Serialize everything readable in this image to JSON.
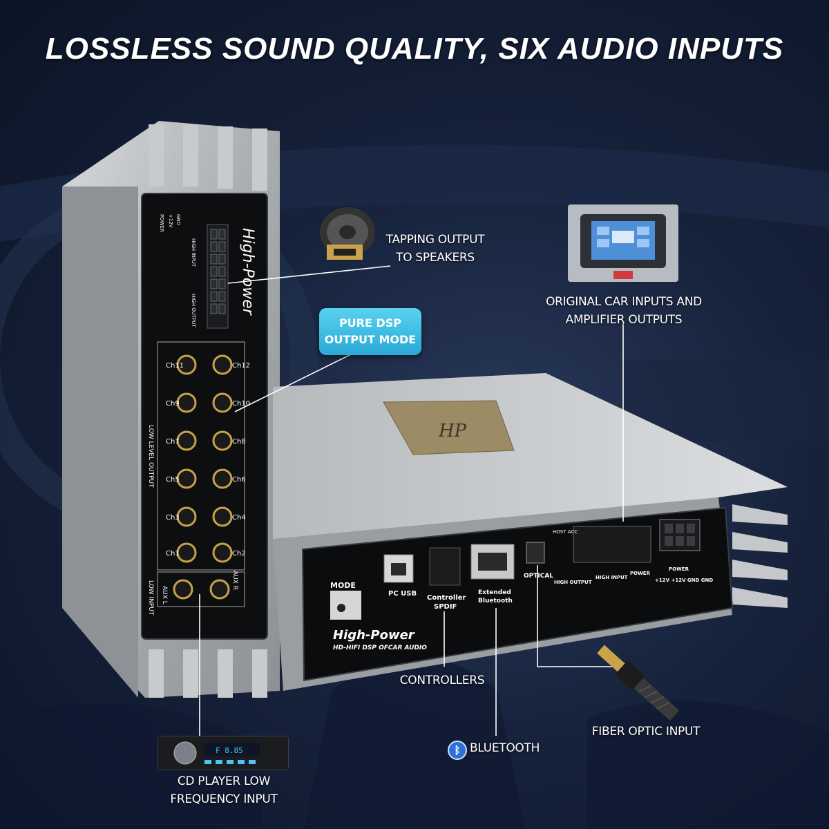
{
  "headline": "LOSSLESS SOUND QUALITY, SIX AUDIO INPUTS",
  "labels": {
    "tapping_output": [
      "TAPPING OUTPUT",
      "TO SPEAKERS"
    ],
    "original_inputs": [
      "ORIGINAL CAR INPUTS AND",
      "AMPLIFIER OUTPUTS"
    ],
    "dsp_mode": [
      "PURE DSP",
      "OUTPUT MODE"
    ],
    "controllers": "CONTROLLERS",
    "bluetooth": "BLUETOOTH",
    "fiber_optic": "FIBER OPTIC INPUT",
    "cd_player": [
      "CD PLAYER LOW",
      "FREQUENCY INPUT"
    ]
  },
  "device": {
    "brand": "High-Power",
    "subtitle": "HD-HIFI DSP OFCAR AUDIO",
    "mode_label": "MODE",
    "pc_usb": "PC USB",
    "controller_spdif": [
      "Controller",
      "SPDIF"
    ],
    "extended_bluetooth": [
      "Extended",
      "Bluetooth"
    ],
    "optical": "OPTICAL",
    "host_acc": "HOST ACC",
    "high_output": "HIGH OUTPUT",
    "high_input": "HIGH INPUT",
    "power": "POWER",
    "power_block": "POWER",
    "power_cols": "+12V +12V GND GND",
    "side_low_output": "LOW LEVEL OUTPUT",
    "side_low_input": "LOW INPUT",
    "side_channels_left": [
      "Ch11",
      "Ch9",
      "Ch7",
      "Ch5",
      "Ch3",
      "Ch1"
    ],
    "side_channels_right": [
      "Ch12",
      "Ch10",
      "Ch8",
      "Ch6",
      "Ch4",
      "Ch2"
    ],
    "aux_l": "AUX L",
    "aux_r": "AUX R",
    "side_header_high_input": "HIGH INPUT",
    "side_header_high_output": "HIGH OUTPUT",
    "side_header_power": "POWER",
    "side_power_rows": [
      "+12V",
      "GND"
    ]
  },
  "icons": {
    "speaker": "speaker-icon",
    "car_stereo": "car-headunit-image",
    "cd_player": "cd-player-image",
    "fiber_cable": "optical-cable-image",
    "bluetooth": "bluetooth-icon"
  },
  "colors": {
    "background": "#16223b",
    "badge": "#29a9d6",
    "bluetooth": "#2b6fd8"
  }
}
